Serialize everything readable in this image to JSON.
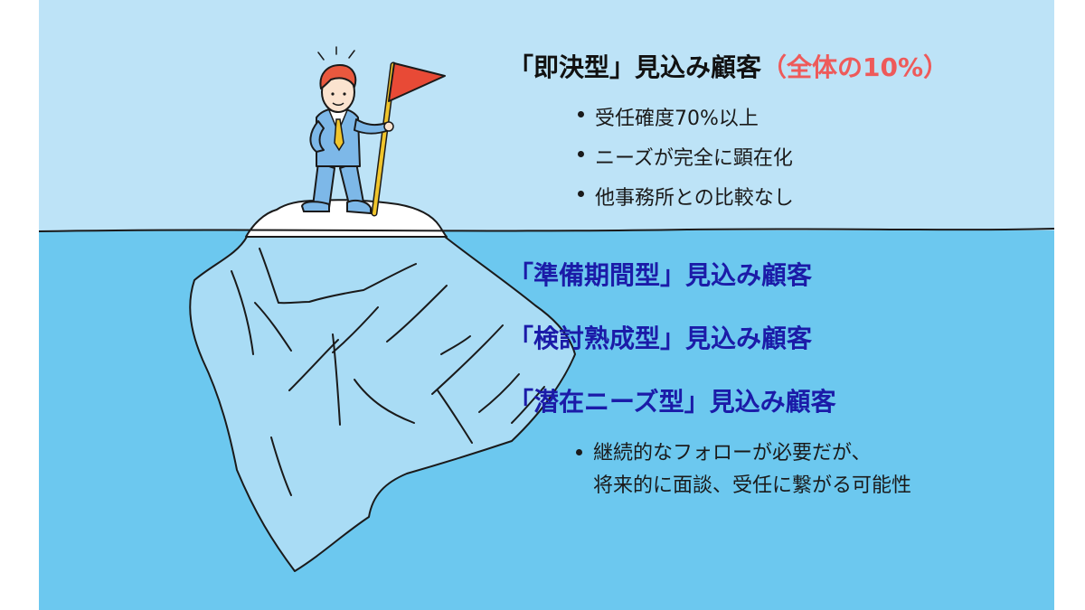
{
  "top_segment": {
    "title": "「即決型」見込み顧客",
    "share": "（全体の10%）",
    "points": [
      "受任確度70%以上",
      "ニーズが完全に顕在化",
      "他事務所との比較なし"
    ]
  },
  "segments": [
    "「準備期間型」見込み顧客",
    "「検討熟成型」見込み顧客",
    "「潜在ニーズ型」見込み顧客"
  ],
  "latent_notes": {
    "line1": "継続的なフォローが必要だが、",
    "line2": "将来的に面談、受任に繋がる可能性"
  },
  "colors": {
    "sky": "#BDE3F7",
    "sea": "#6CC8EF",
    "iceberg_underwater": "#A9DCF5",
    "accent_red": "#EE5A5A",
    "heading_blue": "#1B1BA8",
    "flag": "#E84A36",
    "suit": "#7DB8E8",
    "hair": "#E9583E"
  }
}
